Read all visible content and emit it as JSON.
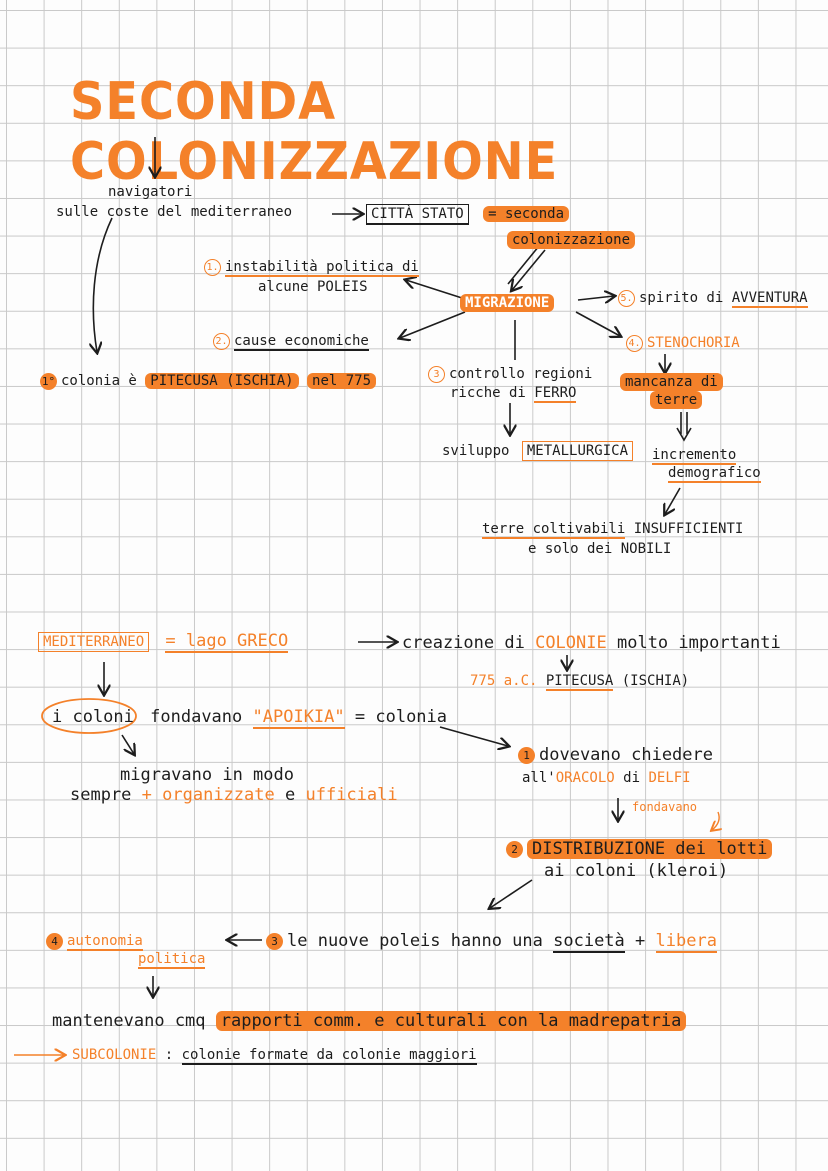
{
  "title": "SECONDA COLONIZZAZIONE",
  "section1": {
    "navigatori_1": "navigatori",
    "navigatori_2": "sulle coste del mediterraneo",
    "citta_stato": "CITTÀ STATO",
    "eq_seconda": "= seconda",
    "colonizzazione": "colonizzazione",
    "cause": {
      "c1_num": "1.",
      "c1_a": "instabilità politica di",
      "c1_b": "alcune POLEIS",
      "c2_num": "2.",
      "c2": "cause economiche",
      "c3_num": "3",
      "c3_a": "controllo regioni",
      "c3_b": "ricche di",
      "c3_c": "FERRO",
      "c5_num": "5.",
      "c5_a": "spirito di",
      "c5_b": "AVVENTURA",
      "c4_num": "4.",
      "c4": "STENOCHORIA"
    },
    "migrazione": "MIGRAZIONE",
    "prima_colonia_num": "1°",
    "prima_colonia_a": "colonia è",
    "prima_colonia_b": "PITECUSA (ISCHIA)",
    "prima_colonia_c": "nel 775",
    "sviluppo": "sviluppo",
    "metallurgica": "METALLURGICA",
    "mancanza_1": "mancanza di",
    "mancanza_2": "terre",
    "incremento_1": "incremento",
    "incremento_2": "demografico",
    "terre_1a": "terre coltivabili",
    "terre_1b": "INSUFFICIENTI",
    "terre_2": "e solo dei NOBILI"
  },
  "section2": {
    "mediterraneo": "MEDITERRANEO",
    "lago": "= lago GRECO",
    "creazione_a": "creazione di",
    "creazione_b": "COLONIE",
    "creazione_c": "molto importanti",
    "date_a": "775 a.C.",
    "date_b": "PITECUSA",
    "date_c": "(ISCHIA)",
    "coloni": "i coloni",
    "fondavano": "fondavano",
    "apoikia": "\"APOIKIA\"",
    "eq_colonia": "= colonia",
    "migravano_1": "migravano in modo",
    "migravano_2a": "sempre",
    "migravano_2b": "+ organizzate",
    "migravano_2c": "e",
    "migravano_2d": "ufficiali",
    "step1_num": "1",
    "step1_a": "dovevano chiedere",
    "step1_b": "all'",
    "step1_c": "ORACOLO",
    "step1_d": "di",
    "step1_e": "DELFI",
    "fondavano2": "fondavano",
    "step2_num": "2",
    "step2_a": "DISTRIBUZIONE dei lotti",
    "step2_b": "ai coloni (kleroi)",
    "step3_num": "3",
    "step3_a": "le nuove poleis hanno una",
    "step3_b": "società",
    "step3_c": "+",
    "step3_d": "libera",
    "step4_num": "4",
    "step4_a": "autonomia",
    "step4_b": "politica",
    "mantenevano_a": "mantenevano cmq",
    "mantenevano_b": "rapporti comm. e culturali con la madrepatria",
    "subcolonie_a": "SUBCOLONIE",
    "subcolonie_b": ":",
    "subcolonie_c": "colonie formate da colonie maggiori"
  }
}
